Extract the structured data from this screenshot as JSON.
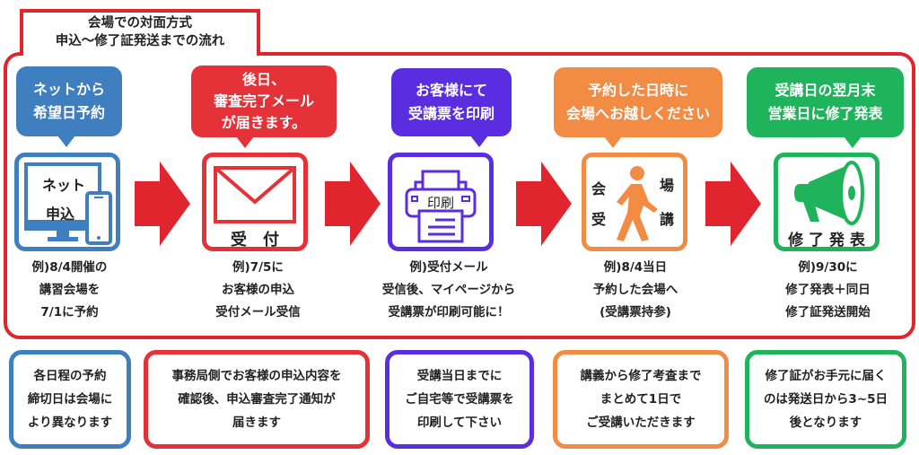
{
  "title": {
    "line1": "会場での対面方式",
    "line2": "申込～修了証発送までの流れ"
  },
  "colors": {
    "frame": "#e0252e",
    "arrow": "#e0252e",
    "blue": "#3f7fc0",
    "red": "#e53138",
    "purple": "#5a2ee0",
    "orange": "#f28c45",
    "green": "#1fb35c"
  },
  "steps": [
    {
      "bubble": [
        "ネットから",
        "希望日予約"
      ],
      "icon": "computer-smartphone-icon",
      "icon_label": [
        "ネット",
        "申込"
      ],
      "caption": [
        "例)8/4開催の",
        "講習会場を",
        "7/1に予約"
      ]
    },
    {
      "bubble": [
        "後日、",
        "審査完了メール",
        "が届きます。"
      ],
      "icon": "envelope-icon",
      "icon_label": [
        "受　付"
      ],
      "caption": [
        "例)7/5に",
        "お客様の申込",
        "受付メール受信"
      ]
    },
    {
      "bubble": [
        "お客様にて",
        "受講票を印刷"
      ],
      "icon": "printer-icon",
      "icon_label": [
        "印刷"
      ],
      "caption": [
        "例)受付メール",
        "受信後、マイページから",
        "受講票が印刷可能に！"
      ]
    },
    {
      "bubble": [
        "予約した日時に",
        "会場へお越しください"
      ],
      "icon": "walking-person-icon",
      "icon_label": [
        "会",
        "場",
        "受",
        "講"
      ],
      "caption": [
        "例)8/4当日",
        "予約した会場へ",
        "(受講票持参)"
      ]
    },
    {
      "bubble": [
        "受講日の翌月末",
        "営業日に修了発表"
      ],
      "icon": "megaphone-icon",
      "icon_label": [
        "修 了 発 表"
      ],
      "caption": [
        "例)9/30に",
        "修了発表＋同日",
        "修了証発送開始"
      ]
    }
  ],
  "notes": [
    [
      "各日程の予約",
      "締切日は会場に",
      "より異なります"
    ],
    [
      "事務局側でお客様の申込内容を",
      "確認後、申込審査完了通知が",
      "届きます"
    ],
    [
      "受講当日までに",
      "ご自宅等で受講票を",
      "印刷して下さい"
    ],
    [
      "講義から修了考査まで",
      "まとめて1日で",
      "ご受講いただきます"
    ],
    [
      "修了証がお手元に届く",
      "のは発送日から3~5日",
      "後となります"
    ]
  ]
}
